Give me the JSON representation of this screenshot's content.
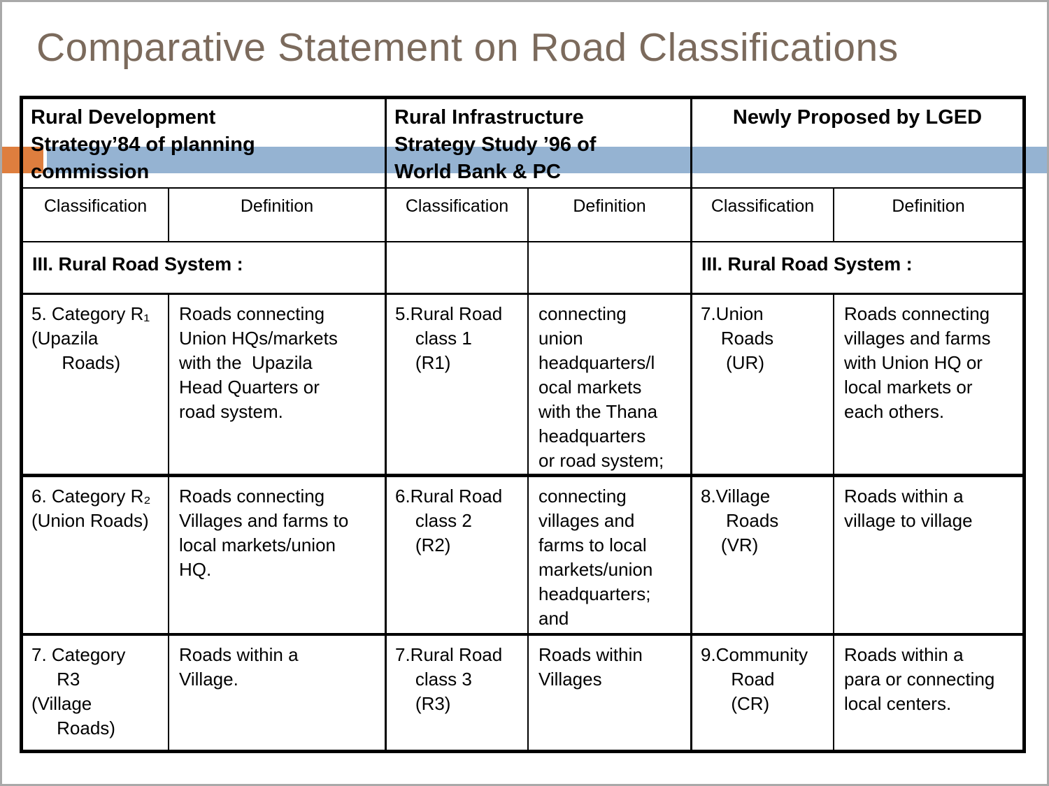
{
  "slide": {
    "title": "Comparative Statement on Road Classifications",
    "colors": {
      "title": "#7B6A5C",
      "band_blue": "#95B3D2",
      "accent_orange": "#DE7E3E"
    }
  },
  "table": {
    "header_groups": [
      "Rural Development\nStrategy’84 of planning\ncommission",
      "Rural Infrastructure\nStrategy Study ’96 of\nWorld Bank & PC",
      "Newly Proposed by LGED"
    ],
    "subheaders": [
      "Classification",
      "Definition",
      "Classification",
      "Definition",
      "Classification",
      "Definition"
    ],
    "section_left": "III. Rural Road System :",
    "section_right": "III. Rural Road System :",
    "rows": [
      {
        "cells": [
          "5. Category R₁\n(Upazila\n      Roads)",
          "Roads connecting\nUnion HQs/markets\nwith the  Upazila\nHead Quarters or\nroad system.",
          "5.Rural Road\n    class 1\n    (R1)",
          "connecting\nunion\nheadquarters/l\nocal markets\nwith the Thana\nheadquarters\nor road system;",
          "7.Union\n    Roads\n     (UR)",
          "Roads connecting\nvillages and farms\nwith Union HQ or\nlocal markets or\neach others."
        ]
      },
      {
        "cells": [
          "6. Category R₂\n(Union Roads)",
          "Roads connecting\nVillages and farms to\nlocal markets/union\nHQ.",
          "6.Rural Road\n    class 2\n    (R2)",
          "connecting\nvillages and\nfarms to local\nmarkets/union\nheadquarters;\nand",
          "8.Village\n     Roads\n    (VR)",
          "Roads within a\nvillage to village"
        ]
      },
      {
        "cells": [
          "7. Category\n     R3\n(Village\n     Roads)",
          "Roads within a\nVillage.",
          "7.Rural Road\n    class 3\n    (R3)",
          "Roads within\nVillages",
          "9.Community\n      Road\n      (CR)",
          "Roads within a\npara or connecting\nlocal centers."
        ]
      }
    ]
  }
}
